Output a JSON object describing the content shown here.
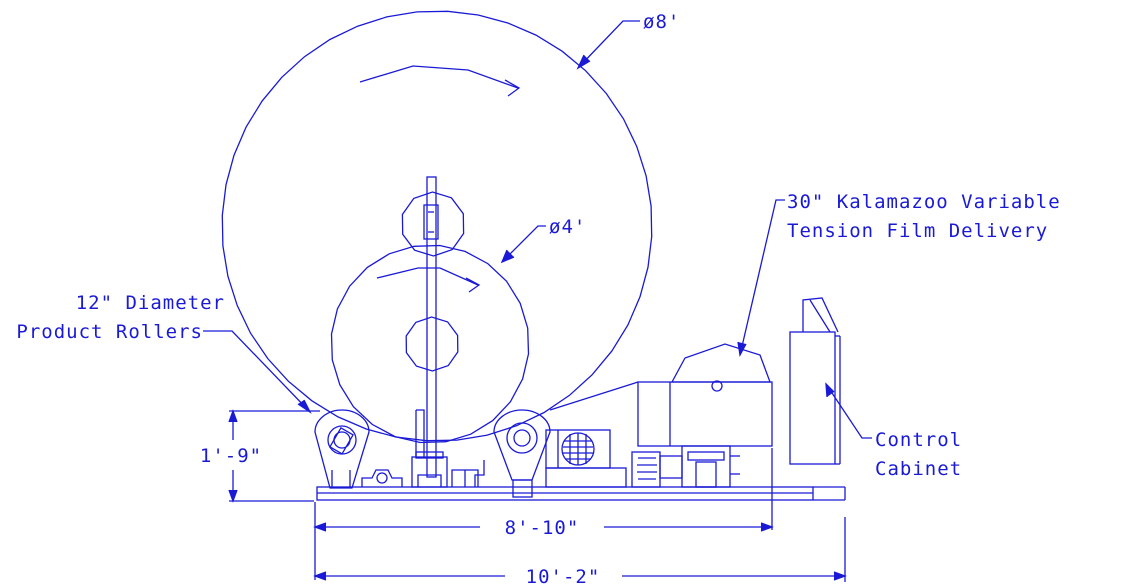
{
  "colors": {
    "line": "#1a1ad6",
    "background": "#ffffff"
  },
  "labels": {
    "large_diameter": "ø8'",
    "small_diameter": "ø4'",
    "film_delivery_line1": "30\" Kalamazoo Variable",
    "film_delivery_line2": "Tension Film Delivery",
    "rollers_line1": "12\" Diameter",
    "rollers_line2": "Product Rollers",
    "control_line1": "Control",
    "control_line2": "Cabinet",
    "height_dim": "1'-9\"",
    "inner_width_dim": "8'-10\"",
    "overall_width_dim": "10'-2\""
  }
}
